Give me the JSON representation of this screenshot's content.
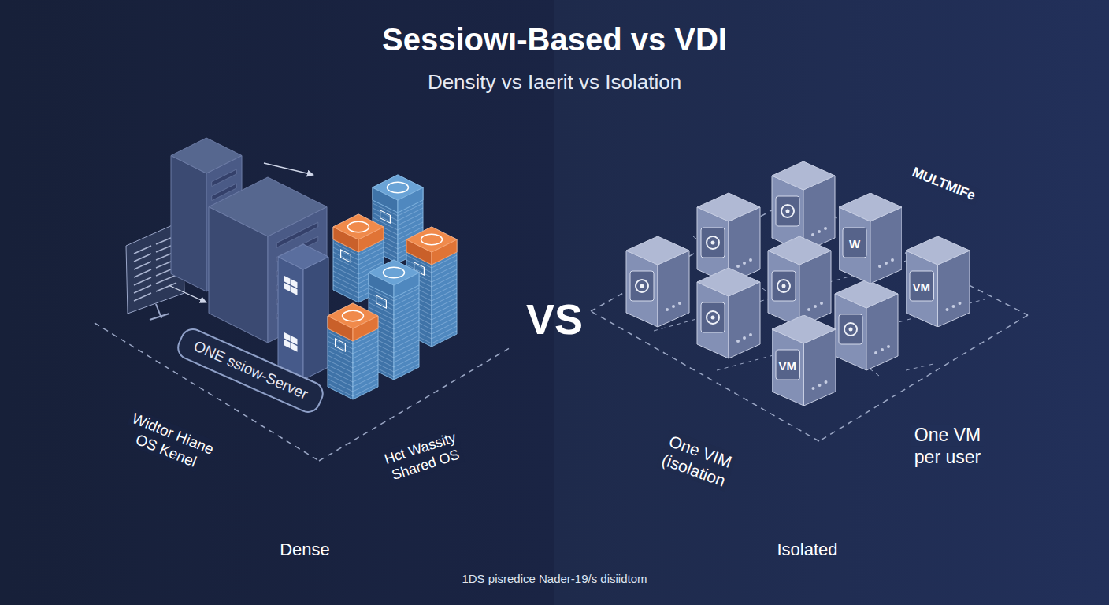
{
  "diagram": {
    "title": "Sessiowı-Based vs VDI",
    "caption": "1DS pisredice Nader-19/s disiidtom",
    "nodes": [
      {
        "text": [
          "ONE ssiow-Server"
        ]
      },
      {
        "text": [
          "W"
        ]
      },
      {
        "text": [
          "VM"
        ]
      },
      {
        "text": [
          "VM"
        ]
      }
    ],
    "labels": [
      "Density vs Iaerit vs Isolation",
      "Widtor Hiane OS Kenel",
      "Hct Wassity Shared OS",
      "VS",
      "MULTMIFe",
      "One VIM (isolation",
      "One VM per user",
      "Dense",
      "Isolated"
    ]
  }
}
